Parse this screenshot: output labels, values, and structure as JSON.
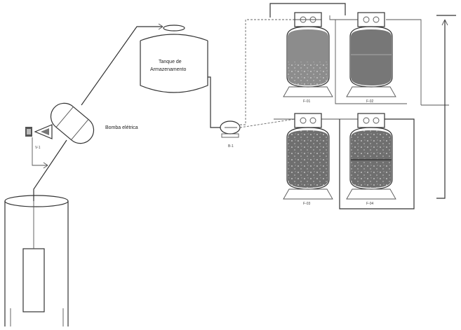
{
  "labels": {
    "storage_tank_line1": "Tanque de",
    "storage_tank_line2": "Armazenamento",
    "pump_label": "Bomba elétrica"
  },
  "tags": {
    "valve_tag": "V-1",
    "pump_tag": "B-1",
    "filter_1": "F-01",
    "filter_2": "F-02",
    "filter_3": "F-03",
    "filter_4": "F-04"
  },
  "colors": {
    "line": "#333333",
    "media_fill": "#8c8c8c",
    "background": "#ffffff"
  }
}
